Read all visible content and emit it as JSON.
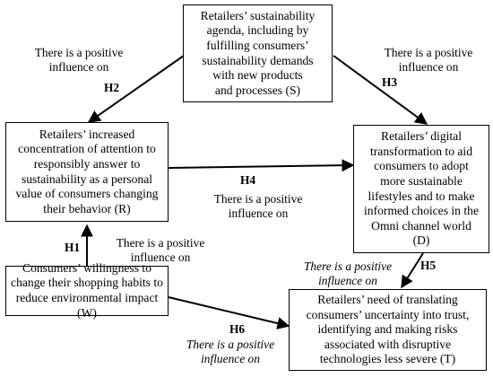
{
  "nodes": {
    "S": {
      "text": "Retailers’ sustainability\nagenda, including by\nfulfilling consumers’\nsustainability demands\nwith new products\nand processes (S)"
    },
    "R": {
      "text": "Retailers’ increased\nconcentration of attention to\nresponsibly answer to\nsustainability as a personal\nvalue of consumers changing\ntheir behavior (R)"
    },
    "D": {
      "text": "Retailers’ digital\ntransformation to aid\nconsumers to adopt\nmore sustainable\nlifestyles and to make\ninformed choices in the\nOmni channel world\n(D)"
    },
    "W": {
      "text": "Consumers’ willingness to\nchange their shopping habits to\nreduce environmental impact (W)"
    },
    "T": {
      "text": "Retailers’ need of translating\nconsumers’ uncertainty into trust,\nidentifying and making risks\nassociated with disruptive\ntechnologies less severe (T)"
    }
  },
  "edges": [
    {
      "id": "H1",
      "label": "H1",
      "influence": "There is a positive\ninfluence on",
      "from": "W",
      "to": "R"
    },
    {
      "id": "H2",
      "label": "H2",
      "influence": "There is a positive\ninfluence on",
      "from": "S",
      "to": "R"
    },
    {
      "id": "H3",
      "label": "H3",
      "influence": "There is a positive\ninfluence on",
      "from": "S",
      "to": "D"
    },
    {
      "id": "H4",
      "label": "H4",
      "influence": "There is a positive\ninfluence on",
      "from": "R",
      "to": "D"
    },
    {
      "id": "H5",
      "label": "H5",
      "influence": "There is a positive\ninfluence on",
      "from": "D",
      "to": "T"
    },
    {
      "id": "H6",
      "label": "H6",
      "influence": "There is a positive\ninfluence on",
      "from": "W",
      "to": "T"
    }
  ]
}
